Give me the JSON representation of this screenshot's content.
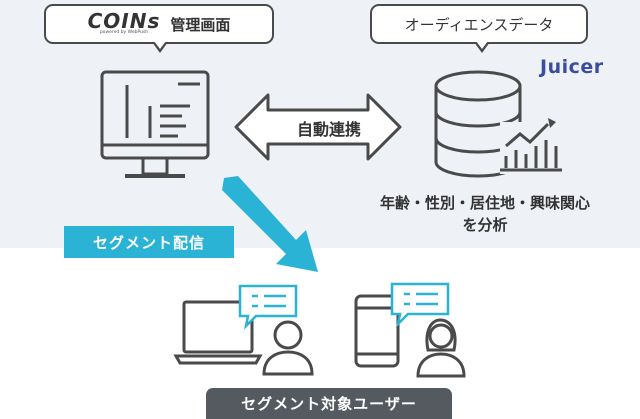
{
  "coins_bubble": {
    "logo_word": "COINs",
    "logo_sub": "powered by WebPush",
    "label": "管理画面"
  },
  "audience_bubble": {
    "label": "オーディエンスデータ"
  },
  "juicer_logo": {
    "text": "Juicer"
  },
  "sync": {
    "label": "自動連携"
  },
  "analysis": {
    "line1": "年齢・性別・居住地・興味関心",
    "line2": "を分析"
  },
  "segment_delivery": {
    "label": "セグメント配信"
  },
  "target_users": {
    "label": "セグメント対象ユーザー"
  },
  "icons": [
    "monitor-icon",
    "database-icon",
    "trend-chart-icon",
    "double-arrow-icon",
    "delivery-arrow-icon",
    "laptop-icon",
    "smartphone-icon",
    "user-male-icon",
    "user-female-icon",
    "chat-bubble-icon"
  ],
  "colors": {
    "accent_blue": "#2bb3d6",
    "dark_gray": "#4a4a4a",
    "panel_bg": "#eef1f5",
    "label_bg": "#555a61",
    "juicer": "#3a4da0"
  }
}
